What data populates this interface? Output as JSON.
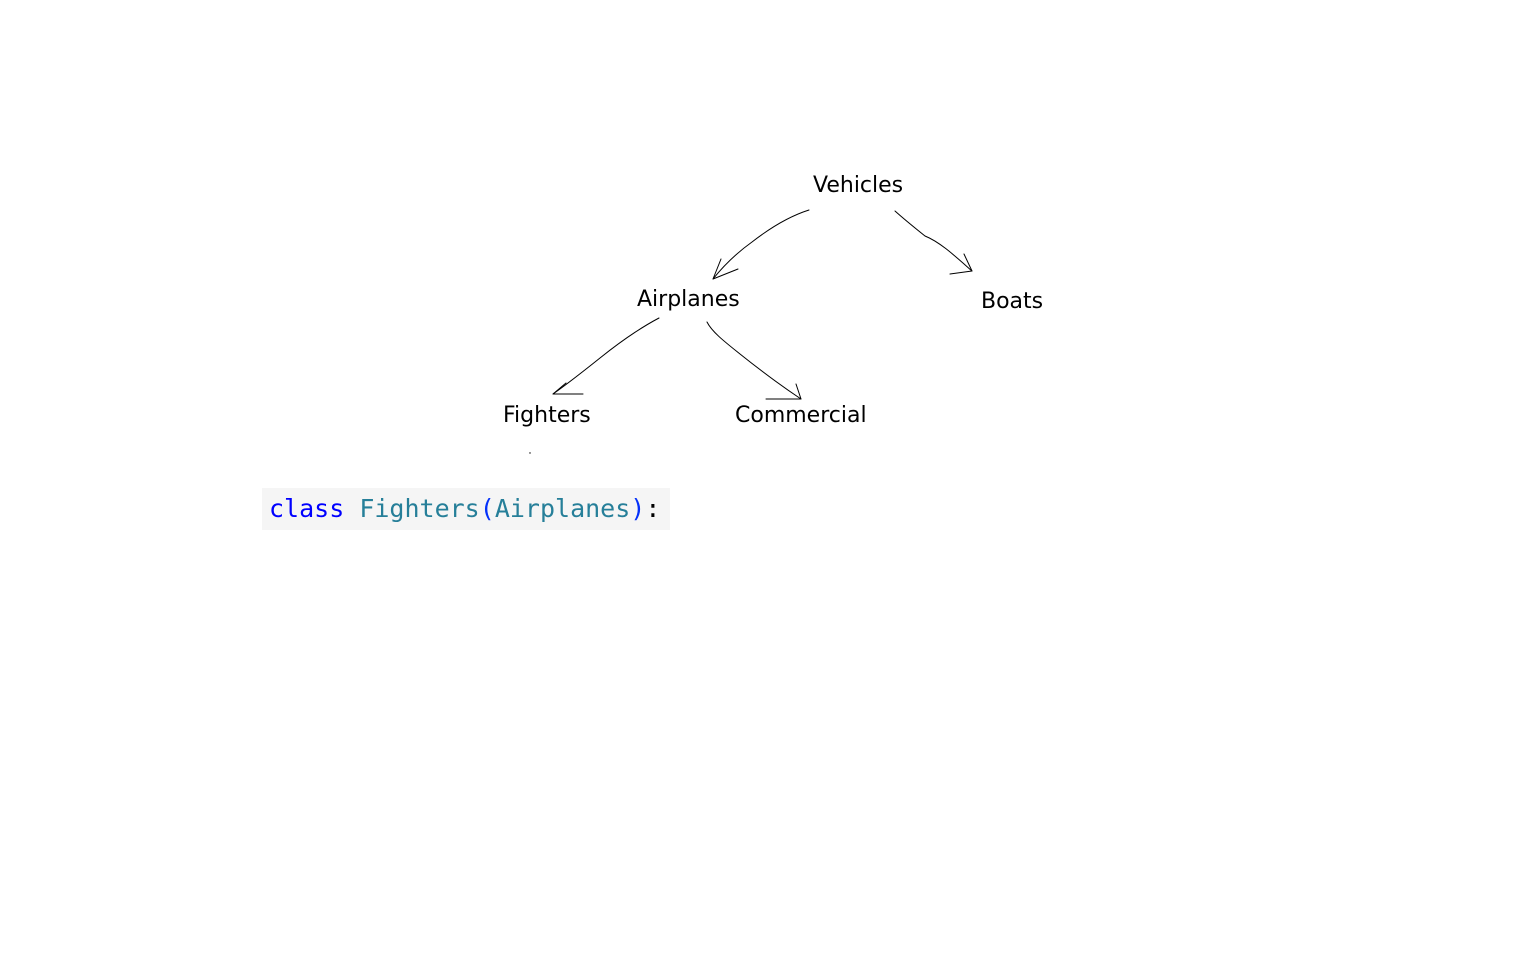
{
  "diagram": {
    "nodes": {
      "vehicles": "Vehicles",
      "airplanes": "Airplanes",
      "boats": "Boats",
      "fighters": "Fighters",
      "commercial": "Commercial"
    },
    "edges": [
      {
        "from": "Vehicles",
        "to": "Airplanes"
      },
      {
        "from": "Vehicles",
        "to": "Boats"
      },
      {
        "from": "Airplanes",
        "to": "Fighters"
      },
      {
        "from": "Airplanes",
        "to": "Commercial"
      }
    ],
    "edge_color": "#000000"
  },
  "code": {
    "keyword": "class",
    "class_name": "Fighters",
    "open_paren": "(",
    "base_class": "Airplanes",
    "close_paren": ")",
    "colon": ":",
    "colors": {
      "keyword": "#0000ff",
      "class_name": "#267f99",
      "paren": "#0431fa",
      "background": "#f5f5f5"
    }
  }
}
